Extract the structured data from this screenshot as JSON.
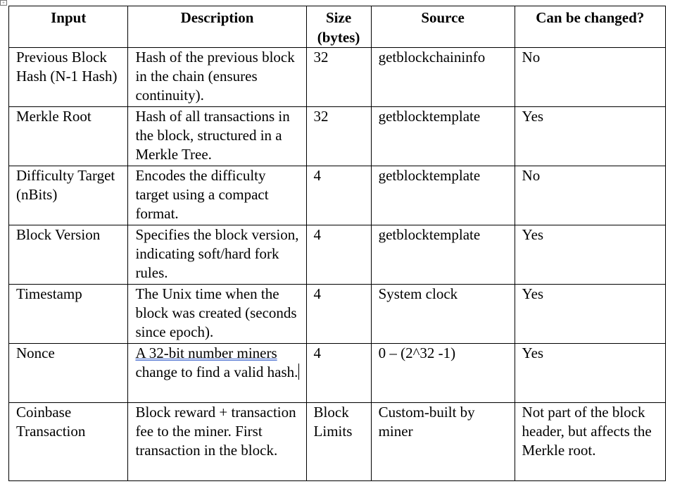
{
  "table": {
    "headers": [
      "Input",
      "Description",
      "Size (bytes)",
      "Source",
      "Can be changed?"
    ],
    "rows": [
      {
        "input": "Previous Block Hash (N-1 Hash)",
        "description": "Hash of the previous block in the chain (ensures continuity).",
        "size": "32",
        "source": "getblockchaininfo",
        "changeable": "No"
      },
      {
        "input": "Merkle Root",
        "description": "Hash of all transactions in the block, structured in a Merkle Tree.",
        "size": "32",
        "source": "getblocktemplate",
        "changeable": "Yes"
      },
      {
        "input": "Difficulty Target (nBits)",
        "description": "Encodes the difficulty target using a compact format.",
        "size": "4",
        "source": "getblocktemplate",
        "changeable": "No"
      },
      {
        "input": "Block Version",
        "description": "Specifies the block version, indicating soft/hard fork rules.",
        "size": "4",
        "source": "getblocktemplate",
        "changeable": "Yes"
      },
      {
        "input": "Timestamp",
        "description": "The Unix time when the block was created (seconds since epoch).",
        "size": "4",
        "source": "System clock",
        "changeable": "Yes"
      },
      {
        "input": "Nonce",
        "description_underlined": "A 32-bit number miners",
        "description_rest": " change to find a valid hash.",
        "size": "4",
        "source": "0 – (2^32 -1)",
        "changeable": "Yes"
      },
      {
        "input": "Coinbase Transaction",
        "description": "Block reward + transaction fee to the miner. First transaction in the block.",
        "size": "Block Limits",
        "source": "Custom-built by miner",
        "changeable": "Not part of the block header, but affects the Merkle root."
      }
    ]
  },
  "colors": {
    "border": "#000000",
    "spellcheck_underline": "#4a6fcf"
  }
}
